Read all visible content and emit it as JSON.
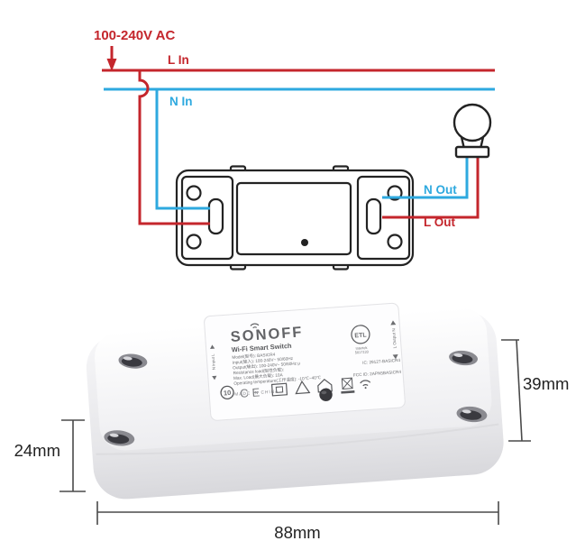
{
  "diagram": {
    "supply_label": "100-240V AC",
    "l_in_label": "L In",
    "n_in_label": "N In",
    "n_out_label": "N Out",
    "l_out_label": "L Out"
  },
  "product_label": {
    "brand": "SONOFF",
    "title": "Wi-Fi Smart Switch",
    "model_line": "Model(型号): BASICR4",
    "input_line": "Input(输入): 100-240V~ 50/60Hz",
    "output_line": "Output(输出): 100-240V~ 50/60Hz µ",
    "load_type_line": "Resistance load(阻性负载):",
    "max_load_line": "Max. Load(最大负载): 10A",
    "temp_line": "Operating temperature(工作温度): -10℃~40℃",
    "ic_line": "IC: 29127-BASICR4",
    "fcc_line": "FCC ID: 2APN5BASICR4",
    "etl_mark": "ETL",
    "etl_company": "Intertek",
    "etl_number": "5017133",
    "rohs_years": "10",
    "ce_mark": "CE",
    "made_in": "MADE IN CHINA",
    "right_edge_label": "L Output N",
    "left_edge_label": "N Input L"
  },
  "dimensions": {
    "height_label": "39mm",
    "depth_label": "24mm",
    "width_label": "88mm"
  },
  "colors": {
    "live_wire": "#c4262c",
    "neutral_wire": "#2ea9df",
    "outline": "#232323"
  }
}
